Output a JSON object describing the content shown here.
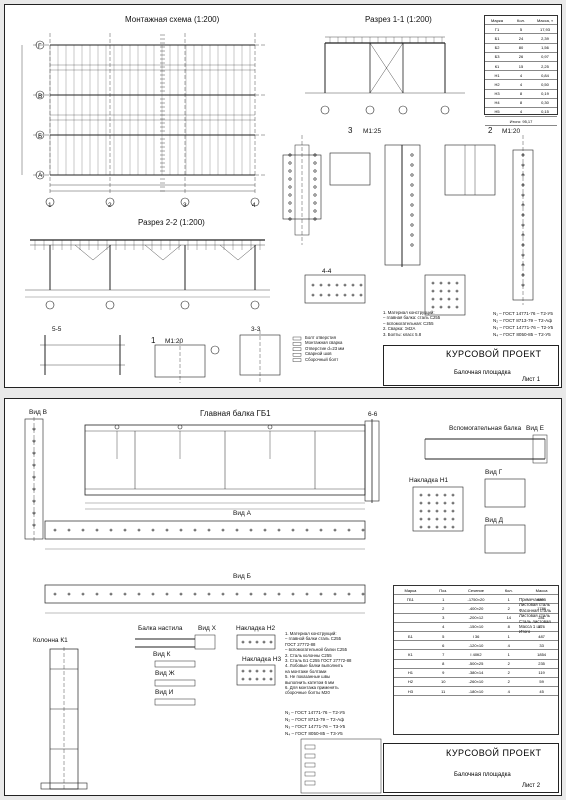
{
  "sheet1": {
    "titles": {
      "plan": "Монтажная схема (1:200)",
      "section11": "Разрез 1-1 (1:200)",
      "section22": "Разрез 2-2 (1:200)",
      "node3": "М1:25",
      "node2": "М1:20",
      "node1": "М1:20",
      "s44": "4-4",
      "s55": "5-5",
      "s33": "3-3"
    },
    "node_numbers": [
      "3",
      "2",
      "1"
    ],
    "axes_letters": [
      "Г",
      "В",
      "Б",
      "А"
    ],
    "axes_numbers": [
      "1",
      "2",
      "3",
      "4"
    ],
    "spec_table": {
      "header": [
        "Марка",
        "Кол.",
        "Масса, т"
      ],
      "rows": [
        [
          "Г1",
          "5",
          "17,93"
        ],
        [
          "Б1",
          "24",
          "2,39"
        ],
        [
          "Б2",
          "80",
          "1,56"
        ],
        [
          "Б3",
          "26",
          "0,97"
        ],
        [
          "К1",
          "15",
          "2,25"
        ],
        [
          "Н1",
          "4",
          "0,84"
        ],
        [
          "Н2",
          "4",
          "0,50"
        ],
        [
          "Н3",
          "8",
          "0,19"
        ],
        [
          "Н4",
          "8",
          "0,30"
        ],
        [
          "Н5",
          "4",
          "0,15"
        ]
      ],
      "total": "Итого: 95,17"
    },
    "legend": [
      "Болт отверстия",
      "Монтажная сварка",
      "Отверстие d=23 мм",
      "Сварной шов",
      "Сборочный болт"
    ],
    "notes": [
      "1. Материал конструкций:",
      "– главная балка: сталь С255",
      "– вспомогательная: С255",
      "2. Сварка: Э42А",
      "3. Болты: класс 5.8"
    ],
    "formulas": [
      "N₁ – ГОСТ 14771-76 – Т2-У5",
      "N₂ – ГОСТ 8713-79 – Т2-Аф",
      "N₃ – ГОСТ 14771-76 – Т2-У5",
      "N₄ – ГОСТ 8050-85 – Т2-У5"
    ],
    "stamp": {
      "title": "КУРСОВОЙ ПРОЕКТ",
      "subtitle": "Балочная площадка",
      "sheet": "Лист 1"
    }
  },
  "sheet2": {
    "titles": {
      "viewV": "Вид В",
      "main_beam": "Главная балка ГБ1",
      "s66": "6-6",
      "aux_beam": "Вспомогательная балка",
      "viewE": "Вид Е",
      "plate_n1": "Накладка Н1",
      "viewG": "Вид Г",
      "viewD": "Вид Д",
      "viewA": "Вид А",
      "viewB": "Вид Б",
      "column": "Колонна К1",
      "floor_beam": "Балка настила",
      "viewX": "Вид Х",
      "plate_n2": "Накладка Н2",
      "viewK": "Вид К",
      "viewZh": "Вид Ж",
      "viewI": "Вид И",
      "plate_n3": "Накладка Н3"
    },
    "spec_table": {
      "header": [
        "Марка",
        "Поз.",
        "Сечение",
        "Кол.",
        "Масса"
      ],
      "rows": [
        [
          "ГБ1",
          "1",
          "-1750×20",
          "1",
          "4895"
        ],
        [
          "",
          "2",
          "-400×20",
          "2",
          "1786"
        ],
        [
          "",
          "3",
          "-200×12",
          "14",
          "281"
        ],
        [
          "",
          "4",
          "-150×10",
          "8",
          "176"
        ],
        [
          "Б1",
          "5",
          "I 36",
          "1",
          "487"
        ],
        [
          "",
          "6",
          "-120×10",
          "4",
          "33"
        ],
        [
          "К1",
          "7",
          "I 40К2",
          "1",
          "1854"
        ],
        [
          "",
          "8",
          "-500×25",
          "2",
          "235"
        ],
        [
          "Н1",
          "9",
          "-380×14",
          "2",
          "119"
        ],
        [
          "Н2",
          "10",
          "-260×10",
          "2",
          "59"
        ],
        [
          "Н3",
          "11",
          "-180×10",
          "4",
          "45"
        ]
      ]
    },
    "notes": [
      "1. Материал конструкций:",
      "– главной балки сталь С255",
      "ГОСТ 27772-88",
      "– вспомогательной балки С255",
      "2. Сталь колонны С255",
      "3. Сталь Б1 С255 ГОСТ 27772-88",
      "4. Лобовые балки выполнить",
      "на монтаже болтами",
      "5. Не показанные швы",
      "выполнить катетом 6 мм",
      "6. Для монтажа применять",
      "сборочные болты М20"
    ],
    "formulas": [
      "N₁ – ГОСТ 14771-76 – Т2-У5",
      "N₂ – ГОСТ 8713-79 – Т2-Аф",
      "N₃ – ГОСТ 14771-76 – Т3-У5",
      "N₄ – ГОСТ 8050-85 – Т3-У5"
    ],
    "side_list": [
      "Примечание",
      "Листовая сталь",
      "Фасонная сталь",
      "Листовая сталь",
      "Сталь листовая",
      "Масса 1 шт.",
      "Итого"
    ],
    "stamp": {
      "title": "КУРСОВОЙ ПРОЕКТ",
      "subtitle": "Балочная площадка",
      "sheet": "Лист 2"
    }
  }
}
